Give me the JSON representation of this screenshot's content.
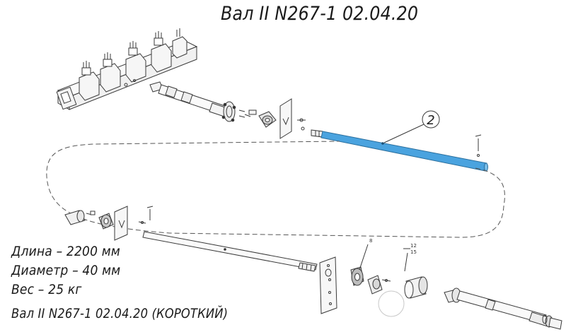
{
  "title": "Вал II N267-1 02.04.20",
  "specs": {
    "length": "Длина – 2200 мм",
    "diameter": "Диаметр – 40 мм",
    "weight": "Вес – 25 кг"
  },
  "caption": "Вал II N267-1 02.04.20 (КОРОТКИЙ)",
  "callouts": {
    "shaft": "2",
    "bearing": "8",
    "bolt_a": "12",
    "bolt_b": "15"
  },
  "colors": {
    "highlight_shaft": "#4aa3df",
    "line": "#3a3a3a"
  }
}
